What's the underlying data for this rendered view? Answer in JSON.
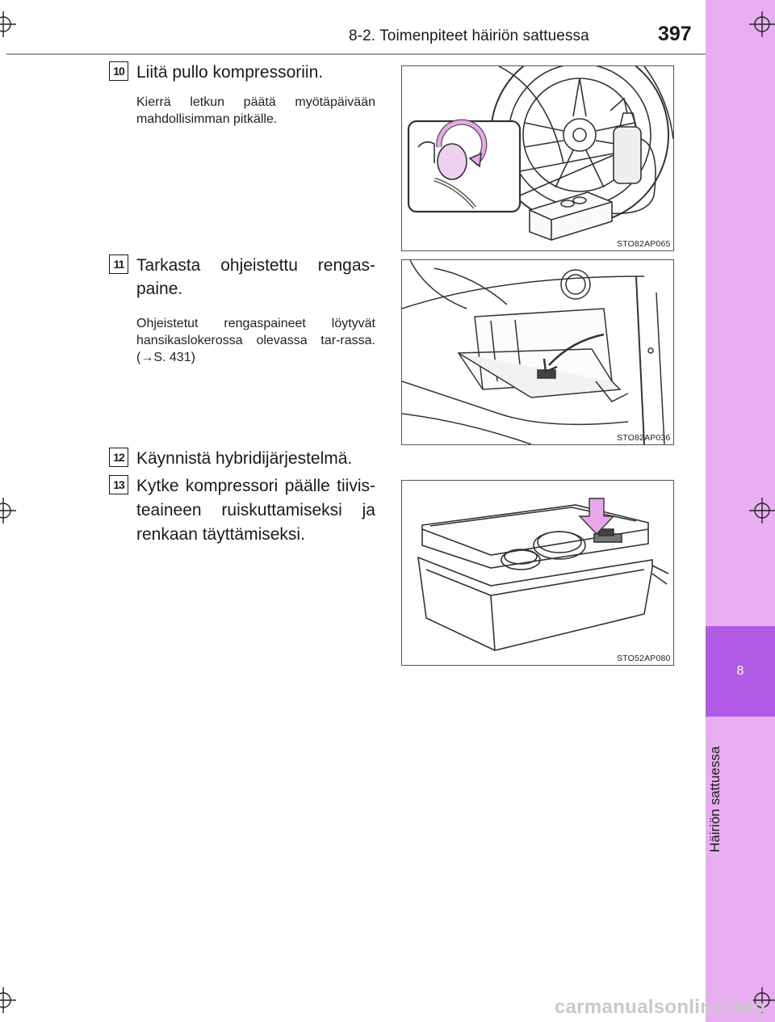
{
  "header": {
    "title": "8-2. Toimenpiteet häiriön sattuessa",
    "page_number": "397"
  },
  "side_tab": {
    "chapter_number": "8",
    "label": "Häiriön sattuessa"
  },
  "steps": [
    {
      "number": "10",
      "title": "Liitä pullo kompressoriin.",
      "description": "Kierrä letkun päätä myötäpäivään mahdollisimman pitkälle.",
      "figure_code": "STO82AP065"
    },
    {
      "number": "11",
      "title_line1": "Tarkasta ohjeistettu rengas-",
      "title_line2": "paine.",
      "description": "Ohjeistetut rengaspaineet löytyvät hansikaslokerossa olevassa tar-rassa. (→S. 431)",
      "figure_code": "STO82AP036"
    },
    {
      "number": "12",
      "title": "Käynnistä hybridijärjestelmä."
    },
    {
      "number": "13",
      "title_line1": "Kytke kompressori päälle tiivis-",
      "title_line2": "teaineen ruiskuttamiseksi ja",
      "title_line3": "renkaan täyttämiseksi.",
      "figure_code": "STO52AP080"
    }
  ],
  "watermark": "carmanualsonline.info",
  "colors": {
    "side_tab": "#e9aef2",
    "side_chapter": "#b15ae6",
    "highlight_pink": "#e8a8e8"
  }
}
